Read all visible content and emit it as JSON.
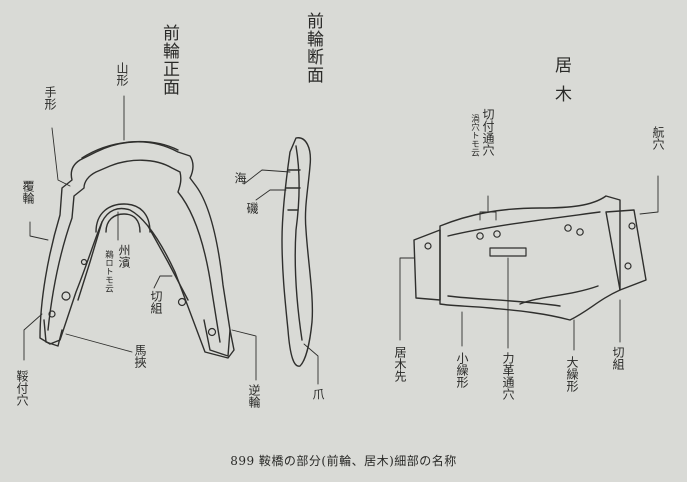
{
  "section_titles": {
    "front_face": "前輪正面",
    "front_section": "前輪断面",
    "seat": "居木"
  },
  "labels": {
    "yamagata": "山形",
    "tegata": "手形",
    "fukurin": "覆輪",
    "shuhama": "州濱",
    "shuhama_note": "鵜ロトモ云",
    "kirikumi_front": "切組",
    "umasukashi": "馬挾",
    "shitokozuke": "鞖付穴",
    "sakawa": "逆輪",
    "umi": "海",
    "iso": "磯",
    "tsume": "爪",
    "kiritsuke_tooshi": "切付通穴",
    "kiritsuke_note": "渦穴トモ云",
    "igisaki": "居木先",
    "kokurigata": "小繰形",
    "chikaragawa": "力革通穴",
    "ookurigata": "大繰形",
    "kirikumi_seat": "切組",
    "side_hole": "𦨞穴"
  },
  "caption": "899 鞍橋の部分(前輪、居木)細部の名称"
}
